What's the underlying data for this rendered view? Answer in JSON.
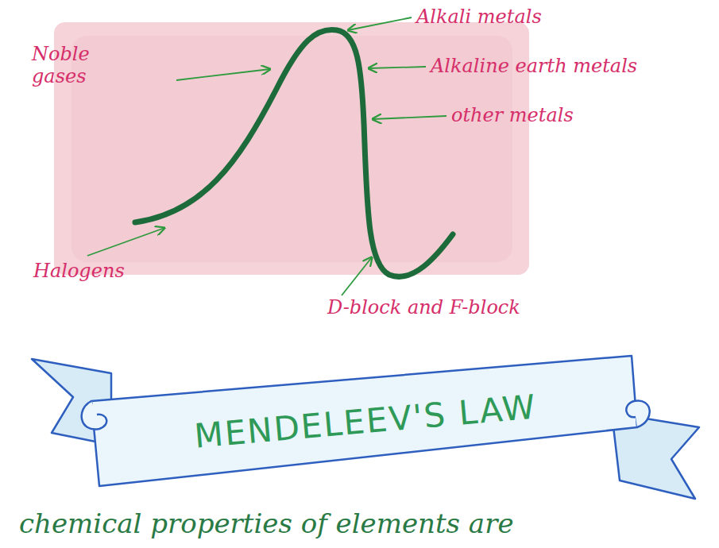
{
  "diagram": {
    "title": "MENDELEEV'S LAW",
    "labels": [
      "Noble gases",
      "Alkali metals",
      "Alkaline earth metals",
      "other metals",
      "Halogens",
      "D-block and F-block",
      "chemical properties of elements are"
    ]
  }
}
